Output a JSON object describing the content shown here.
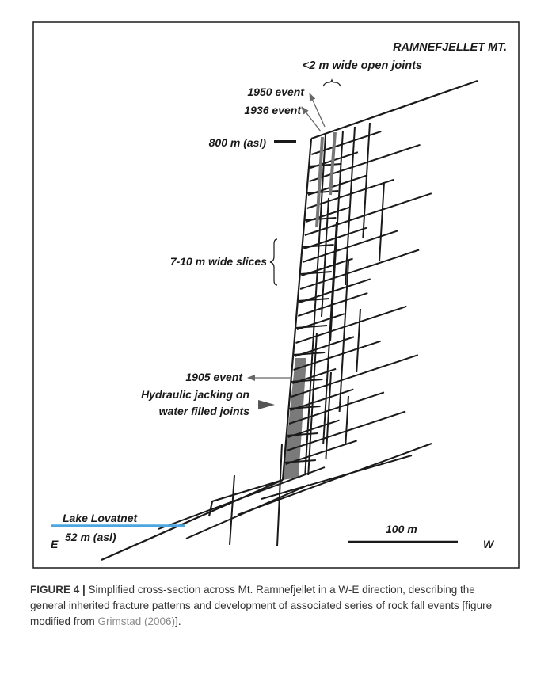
{
  "figure": {
    "labels": {
      "mountain": "RAMNEFJELLET MT.",
      "open_joints": "<2 m wide open joints",
      "event_1950": "1950 event",
      "event_1936": "1936 event",
      "elevation_800": "800 m (asl)",
      "slices": "7-10 m wide slices",
      "event_1905": "1905 event",
      "jacking_line1": "Hydraulic jacking on",
      "jacking_line2": "water filled joints",
      "lake_name": "Lake Lovatnet",
      "lake_elevation": "52 m (asl)",
      "scale": "100 m",
      "east": "E",
      "west": "W"
    },
    "colors": {
      "lake": "#4da6df",
      "jacking_zone": "#7a7a7a",
      "line": "#1a1a1a",
      "arrow": "#666666"
    }
  },
  "caption": {
    "label": "FIGURE 4 |",
    "text": " Simplified cross-section across Mt. Ramnefjellet in a W-E direction, describing the general inherited fracture patterns and development of associated series of rock fall events [figure modified from ",
    "citation": "Grimstad (2006)",
    "end": "]."
  }
}
